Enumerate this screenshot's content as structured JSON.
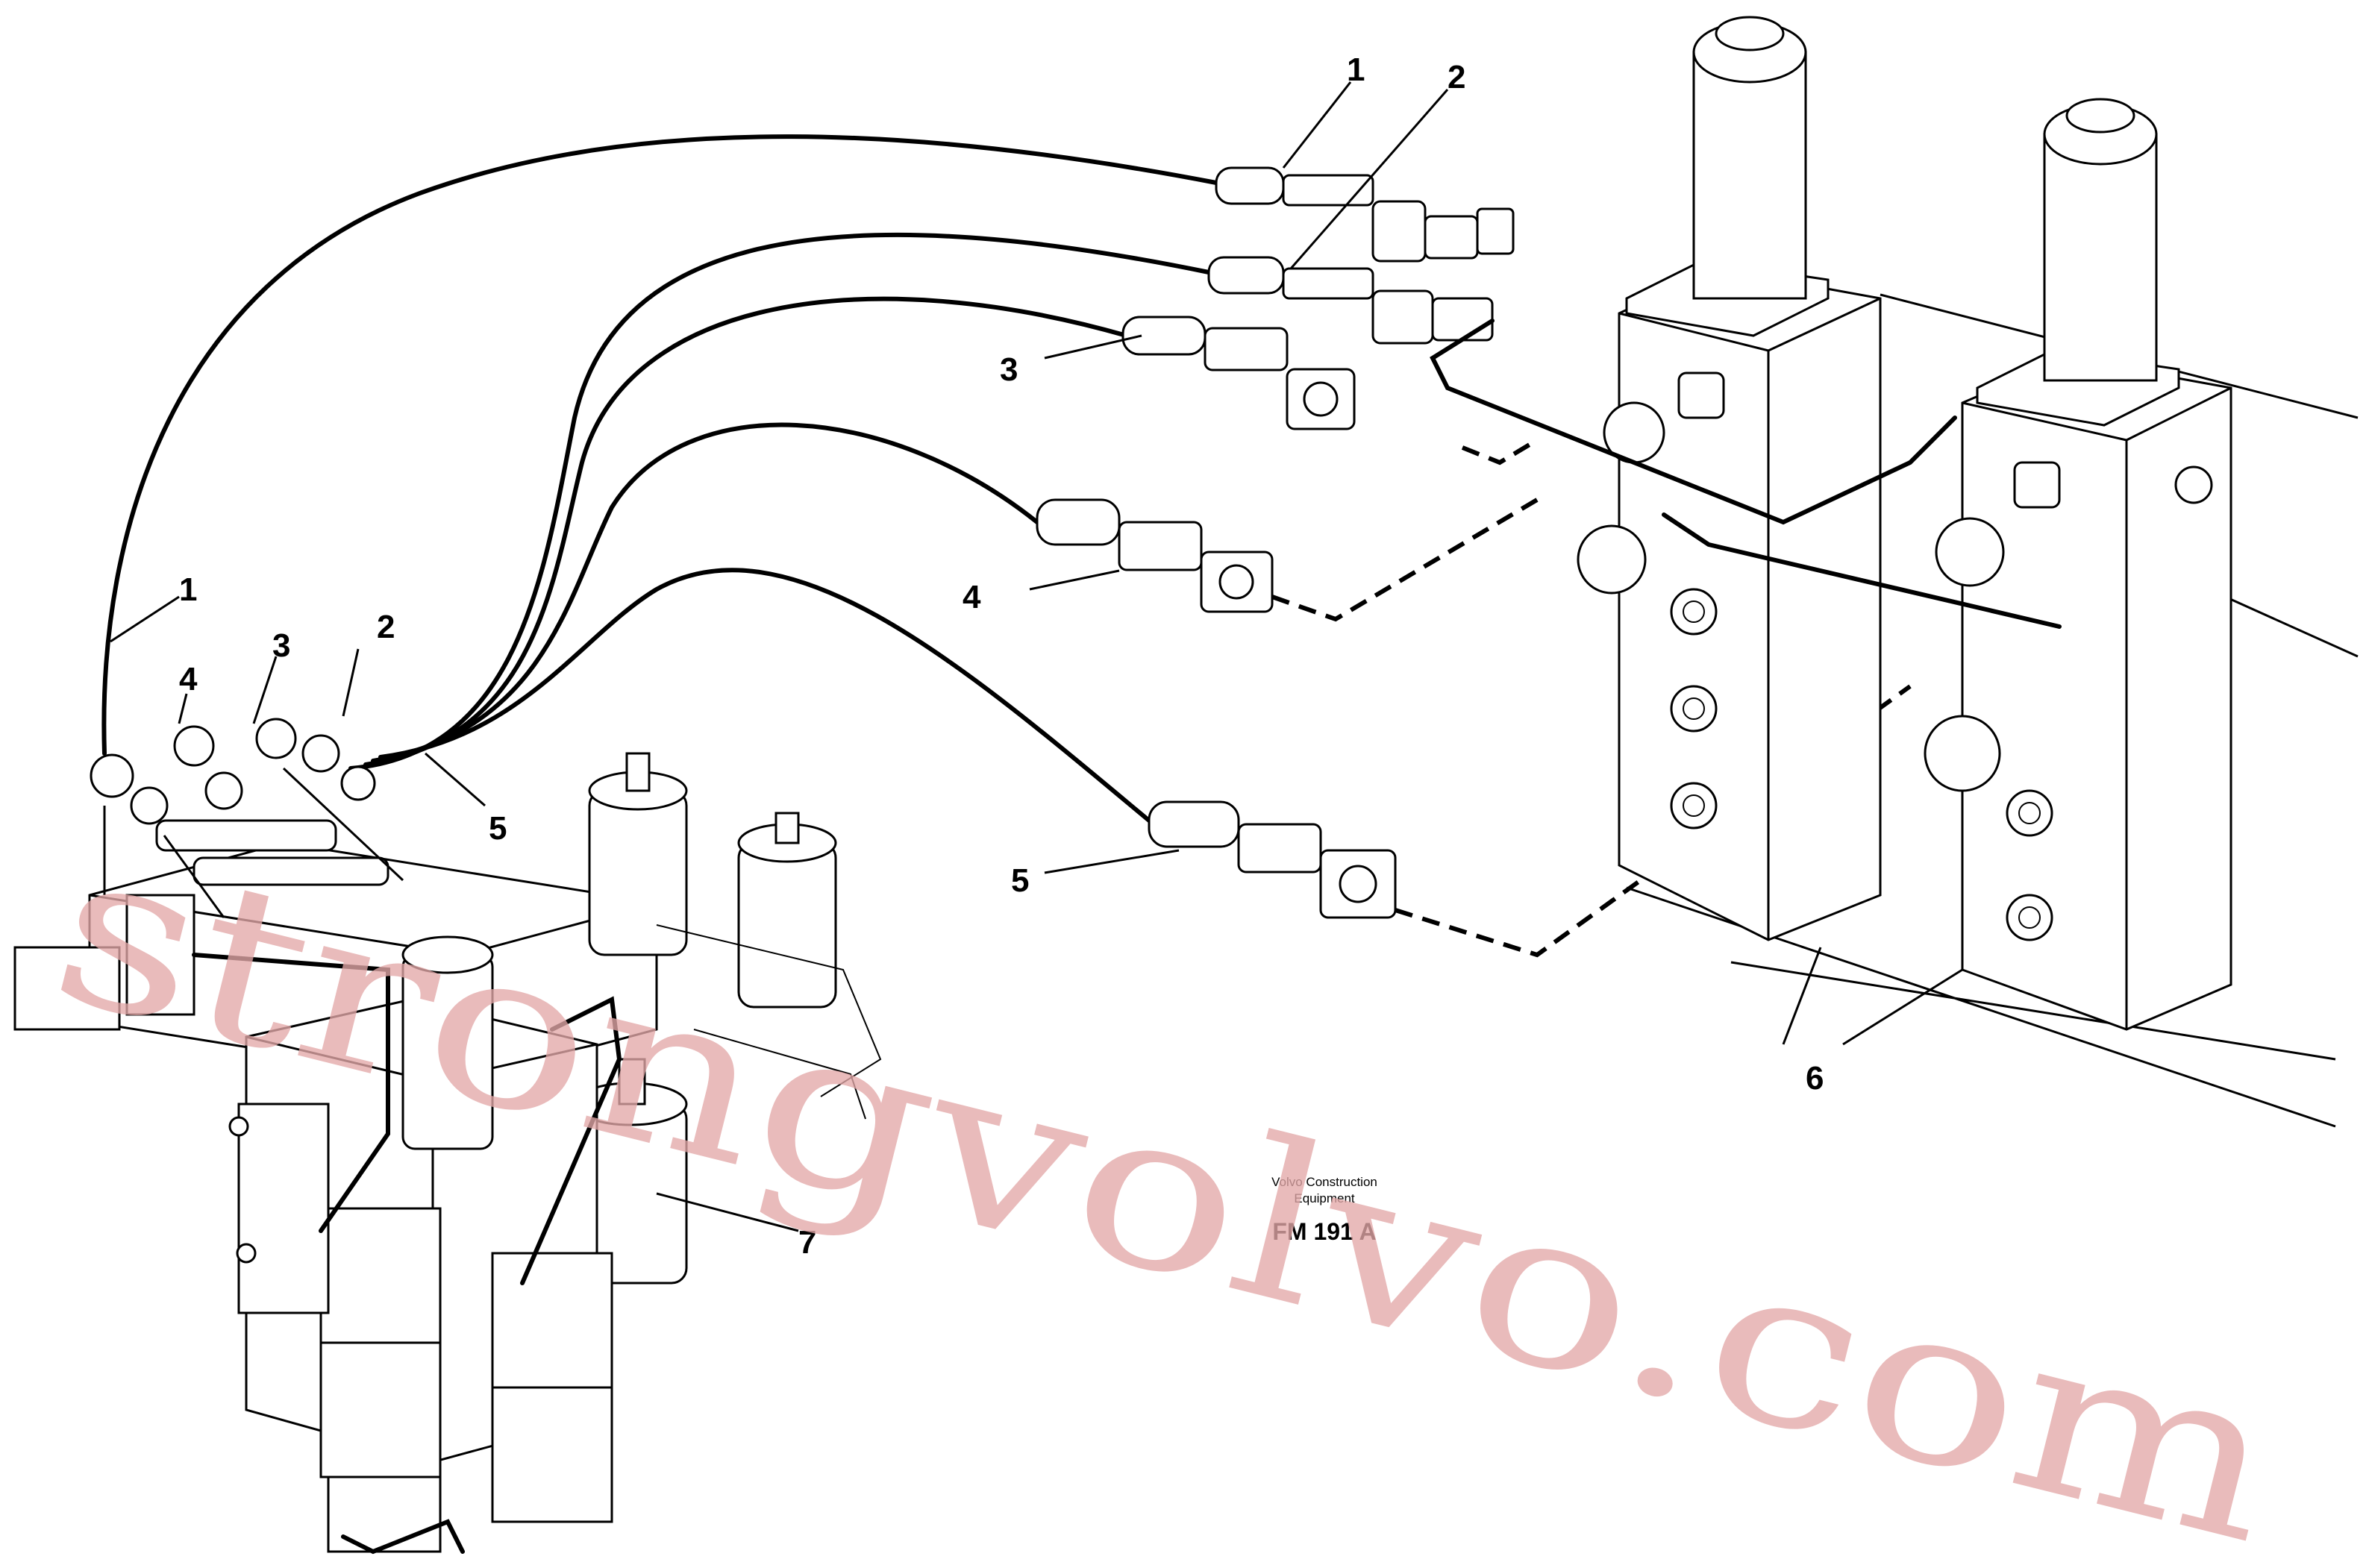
{
  "diagram": {
    "callouts": {
      "hose_1_right": "1",
      "hose_2_right": "2",
      "hose_3_right": "3",
      "hose_4_right": "4",
      "hose_5_right": "5",
      "hose_1_left": "1",
      "hose_2_left": "2",
      "hose_3_left": "3",
      "hose_4_left": "4",
      "hose_5_left": "5",
      "valve_blocks": "6",
      "control_valve": "7"
    },
    "caption": {
      "company_line1": "Volvo Construction",
      "company_line2": "Equipment",
      "figure_code": "FM 191 A"
    }
  },
  "watermark": {
    "text": "strongvolvo.com",
    "color": "#e3a8a8"
  }
}
